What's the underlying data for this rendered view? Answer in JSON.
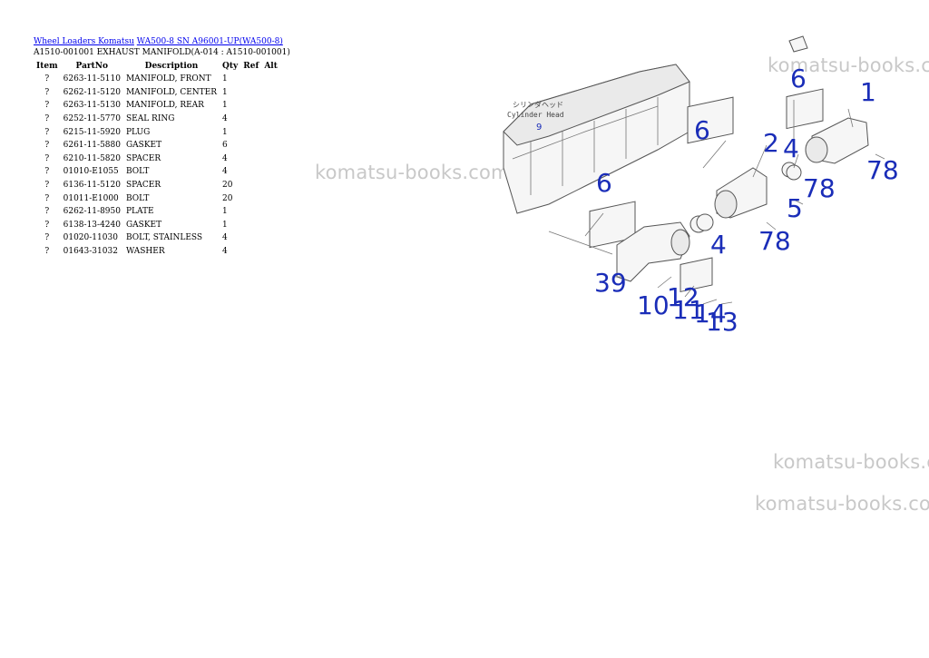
{
  "breadcrumb": {
    "link1": "Wheel Loaders Komatsu",
    "link2": "WA500-8 SN A96001-UP(WA500-8)"
  },
  "page_title": "A1510-001001 EXHAUST MANIFOLD(A-014 : A1510-001001)",
  "table": {
    "headers": [
      "Item",
      "PartNo",
      "Description",
      "Qty",
      "Ref",
      "Alt"
    ],
    "rows": [
      {
        "item": "?",
        "part": "6263-11-5110",
        "desc": "MANIFOLD, FRONT",
        "qty": "1"
      },
      {
        "item": "?",
        "part": "6262-11-5120",
        "desc": "MANIFOLD, CENTER",
        "qty": "1"
      },
      {
        "item": "?",
        "part": "6263-11-5130",
        "desc": "MANIFOLD, REAR",
        "qty": "1"
      },
      {
        "item": "?",
        "part": "6252-11-5770",
        "desc": "SEAL RING",
        "qty": "4"
      },
      {
        "item": "?",
        "part": "6215-11-5920",
        "desc": "PLUG",
        "qty": "1"
      },
      {
        "item": "?",
        "part": "6261-11-5880",
        "desc": "GASKET",
        "qty": "6"
      },
      {
        "item": "?",
        "part": "6210-11-5820",
        "desc": "SPACER",
        "qty": "4"
      },
      {
        "item": "?",
        "part": "01010-E1055",
        "desc": "BOLT",
        "qty": "4"
      },
      {
        "item": "?",
        "part": "6136-11-5120",
        "desc": "SPACER",
        "qty": "20"
      },
      {
        "item": "?",
        "part": "01011-E1000",
        "desc": "BOLT",
        "qty": "20"
      },
      {
        "item": "?",
        "part": "6262-11-8950",
        "desc": "PLATE",
        "qty": "1"
      },
      {
        "item": "?",
        "part": "6138-13-4240",
        "desc": "GASKET",
        "qty": "1"
      },
      {
        "item": "?",
        "part": "01020-11030",
        "desc": "BOLT, STAINLESS",
        "qty": "4"
      },
      {
        "item": "?",
        "part": "01643-31032",
        "desc": "WASHER",
        "qty": "4"
      }
    ]
  },
  "watermark": "komatsu-books.com",
  "diagram": {
    "cylinder_label_jp": "シリンダヘッド",
    "cylinder_label_en": "Cylinder Head",
    "cylinder_ref": "9",
    "callouts": {
      "c1": "1",
      "c2": "2",
      "c4a": "4",
      "c4b": "4",
      "c6a": "6",
      "c6b": "6",
      "c6c": "6",
      "c78a": "78",
      "c5": "5",
      "c78b": "78",
      "c78c": "78",
      "c39": "39",
      "c10": "10",
      "c12": "12",
      "c11": "11",
      "c14": "14",
      "c13": "13"
    }
  }
}
